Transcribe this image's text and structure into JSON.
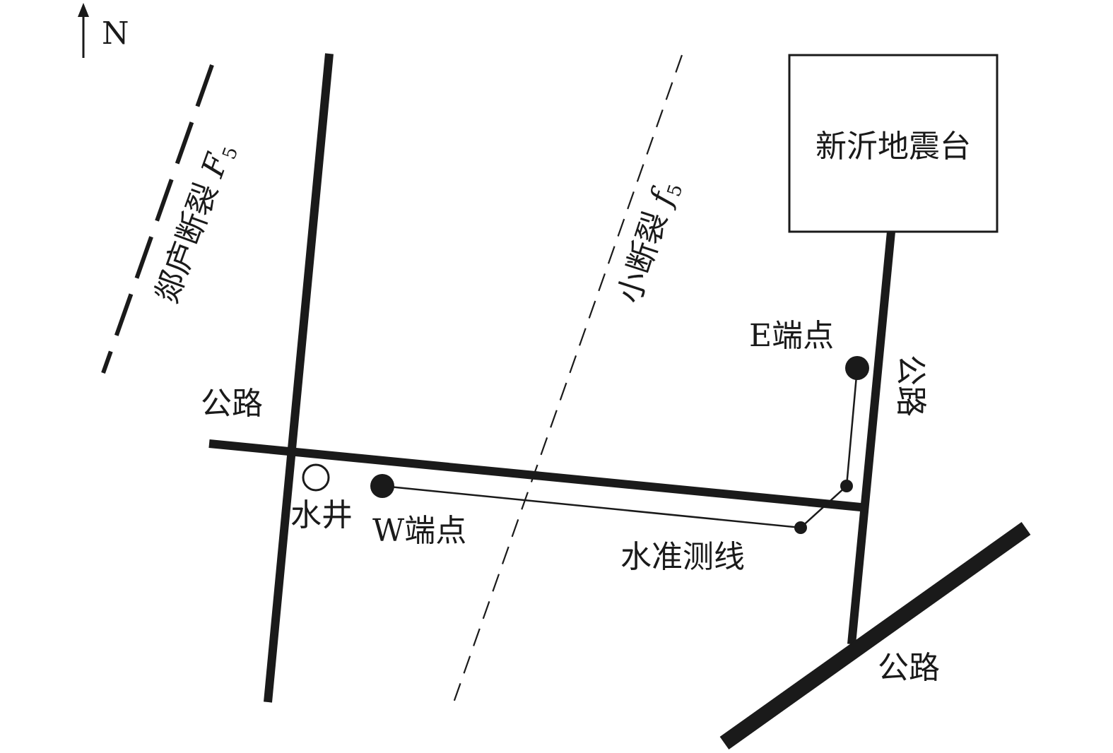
{
  "compass": {
    "label": "N"
  },
  "station": {
    "label": "新沂地震台"
  },
  "faults": {
    "main": {
      "name": "郯庐断裂 ",
      "symbol": "F",
      "subscript": "5"
    },
    "minor": {
      "name": "小断裂 ",
      "symbol": "f",
      "subscript": "5"
    }
  },
  "roads": {
    "west_label": "公路",
    "east_label": "公路",
    "southeast_label": "公路"
  },
  "points": {
    "east_endpoint": "E端点",
    "west_endpoint": "W端点",
    "well": "水井"
  },
  "survey_line": {
    "label": "水准测线"
  }
}
